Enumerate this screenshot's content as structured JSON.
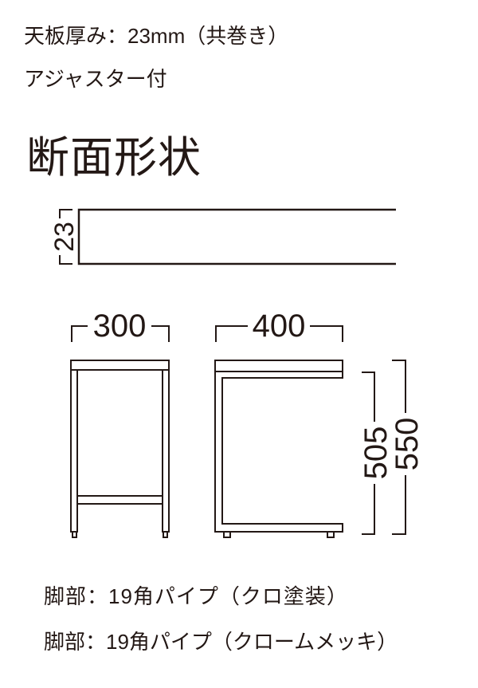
{
  "spec": {
    "tabletop_thickness": "天板厚み：23mm（共巻き）",
    "adjuster": "アジャスター付"
  },
  "section_title": "断面形状",
  "drawing": {
    "tabletop_thickness_dim": "23",
    "width_dim": "300",
    "depth_dim": "400",
    "frame_height_dim": "505",
    "total_height_dim": "550",
    "line_color": "#231815"
  },
  "leg_options": [
    "脚部：19角パイプ（クロ塗装）",
    "脚部：19角パイプ（クロームメッキ）"
  ]
}
